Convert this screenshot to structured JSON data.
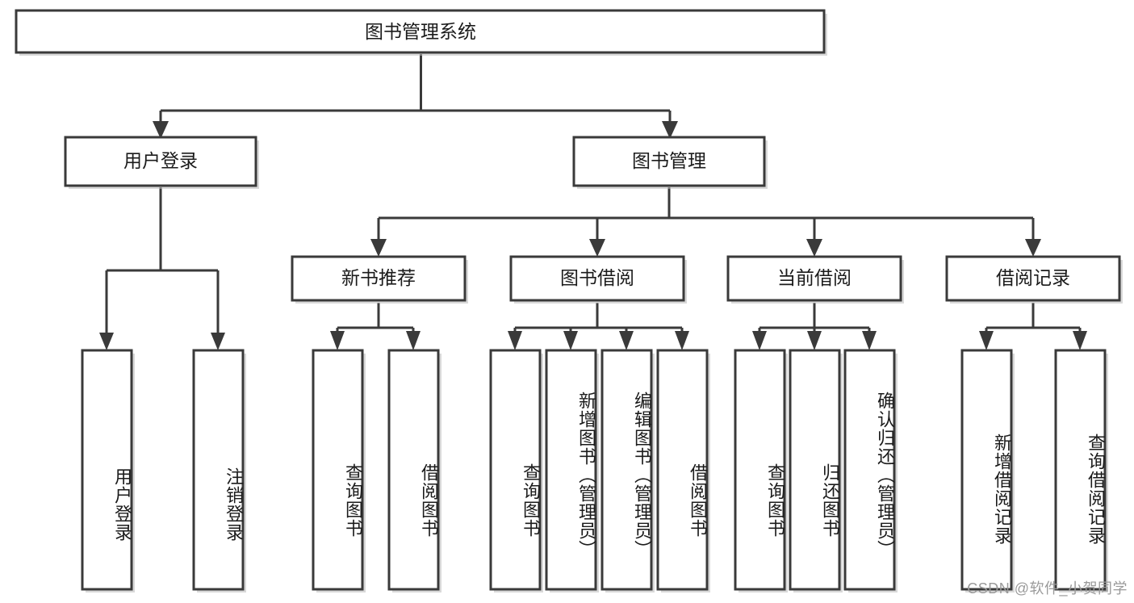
{
  "diagram": {
    "title": "图书管理系统",
    "type": "hierarchy-tree",
    "orientation": "top-down",
    "levels": 4,
    "root": {
      "id": "root",
      "label": "图书管理系统",
      "orientation": "horizontal"
    },
    "level2": [
      {
        "id": "user-login",
        "label": "用户登录",
        "orientation": "horizontal"
      },
      {
        "id": "book-manage",
        "label": "图书管理",
        "orientation": "horizontal"
      }
    ],
    "level3": [
      {
        "id": "new-book-recommend",
        "label": "新书推荐",
        "parent": "book-manage",
        "orientation": "horizontal"
      },
      {
        "id": "book-borrow",
        "label": "图书借阅",
        "parent": "book-manage",
        "orientation": "horizontal"
      },
      {
        "id": "current-borrow",
        "label": "当前借阅",
        "parent": "book-manage",
        "orientation": "horizontal"
      },
      {
        "id": "borrow-record",
        "label": "借阅记录",
        "parent": "book-manage",
        "orientation": "horizontal"
      }
    ],
    "leaves": [
      {
        "id": "leaf-user-login",
        "label": "用户登录",
        "parent": "user-login",
        "orientation": "vertical"
      },
      {
        "id": "leaf-logout",
        "label": "注销登录",
        "parent": "user-login",
        "orientation": "vertical"
      },
      {
        "id": "leaf-query-book-1",
        "label": "查询图书",
        "parent": "new-book-recommend",
        "orientation": "vertical"
      },
      {
        "id": "leaf-borrow-book-1",
        "label": "借阅图书",
        "parent": "new-book-recommend",
        "orientation": "vertical"
      },
      {
        "id": "leaf-query-book-2",
        "label": "查询图书",
        "parent": "book-borrow",
        "orientation": "vertical"
      },
      {
        "id": "leaf-add-book",
        "label": "新增图书（管理员）",
        "parent": "book-borrow",
        "orientation": "vertical"
      },
      {
        "id": "leaf-edit-book",
        "label": "编辑图书（管理员）",
        "parent": "book-borrow",
        "orientation": "vertical"
      },
      {
        "id": "leaf-borrow-book-2",
        "label": "借阅图书",
        "parent": "book-borrow",
        "orientation": "vertical"
      },
      {
        "id": "leaf-query-book-3",
        "label": "查询图书",
        "parent": "current-borrow",
        "orientation": "vertical"
      },
      {
        "id": "leaf-return-book",
        "label": "归还图书",
        "parent": "current-borrow",
        "orientation": "vertical"
      },
      {
        "id": "leaf-confirm-return",
        "label": "确认归还（管理员）",
        "parent": "current-borrow",
        "orientation": "vertical"
      },
      {
        "id": "leaf-add-record",
        "label": "新增借阅记录",
        "parent": "borrow-record",
        "orientation": "vertical"
      },
      {
        "id": "leaf-query-record",
        "label": "查询借阅记录",
        "parent": "borrow-record",
        "orientation": "vertical"
      }
    ]
  },
  "watermark": {
    "text": "CSDN @软件_小贺同学"
  },
  "colors": {
    "box_stroke": "#3a3a3a",
    "box_fill": "#ffffff",
    "connector": "#3a3a3a",
    "text": "#1b1b1b",
    "watermark": "#9a9a9a",
    "background": "#ffffff"
  }
}
